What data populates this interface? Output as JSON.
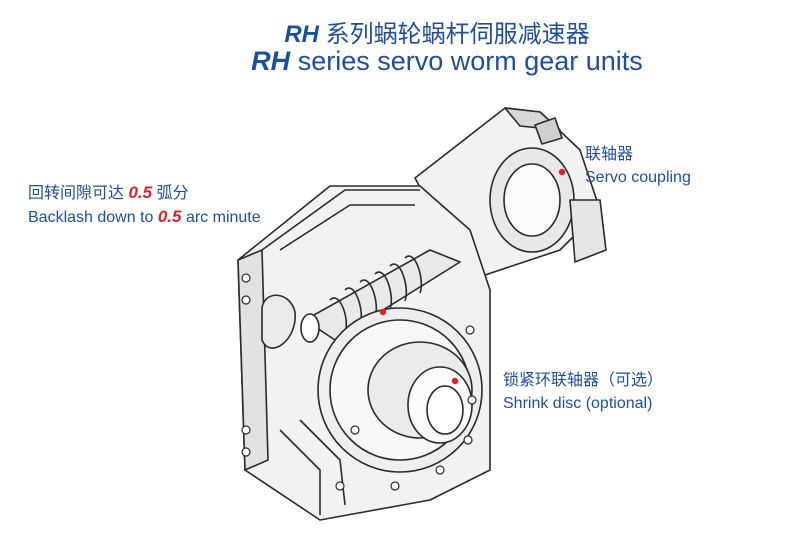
{
  "title": {
    "brand": "RH",
    "zh": "系列蜗轮蜗杆伺服减速器",
    "en": "series servo worm gear units"
  },
  "labels": {
    "backlash": {
      "zh_pre": "回转间隙可达",
      "value": "0.5",
      "zh_post": "弧分",
      "en_pre": "Backlash down to",
      "en_post": "arc minute"
    },
    "coupling": {
      "zh": "联轴器",
      "en": "Servo coupling"
    },
    "shrink": {
      "zh": "锁紧环联轴器（可选）",
      "en": "Shrink disc (optional)"
    }
  },
  "colors": {
    "text": "#1f4e9c",
    "highlight": "#e3202a",
    "line": "#2a2a2a",
    "fill": "#f2f2f2",
    "marker": "#e3202a"
  }
}
